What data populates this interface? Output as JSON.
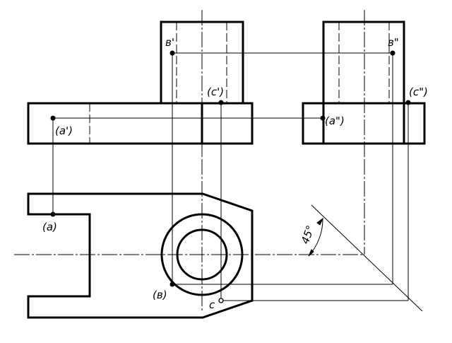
{
  "labels": {
    "b_front": "в'",
    "b_side": "в\"",
    "c_front": "(с')",
    "c_side": "(с\")",
    "a_front": "(а')",
    "a_side": "(а\")",
    "a_top": "(а)",
    "b_top": "(в)",
    "c_top": "с",
    "angle": "45°"
  },
  "colors": {
    "line": "#000000",
    "background": "#ffffff"
  }
}
